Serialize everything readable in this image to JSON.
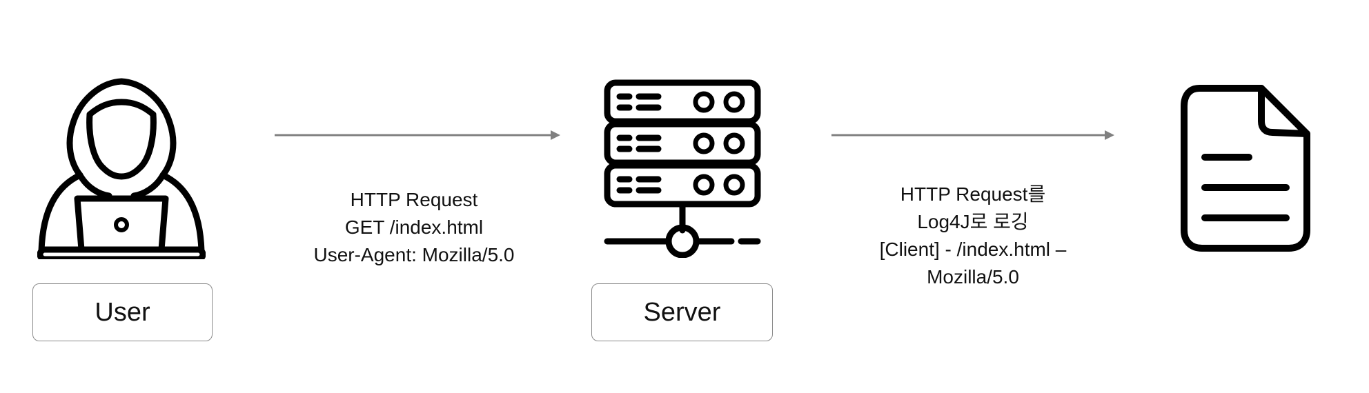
{
  "nodes": {
    "user": {
      "label": "User",
      "icon": "hacker-icon"
    },
    "server": {
      "label": "Server",
      "icon": "server-icon"
    },
    "log_file": {
      "icon": "document-icon"
    }
  },
  "edges": {
    "user_to_server": {
      "lines": [
        "HTTP Request",
        "GET /index.html",
        "User-Agent: Mozilla/5.0"
      ]
    },
    "server_to_log": {
      "lines": [
        "HTTP Request를",
        "Log4J로 로깅",
        "[Client] - /index.html –",
        "Mozilla/5.0"
      ]
    }
  },
  "colors": {
    "arrow": "#808080",
    "box_border": "#8a8a8a",
    "icon": "#000000"
  }
}
